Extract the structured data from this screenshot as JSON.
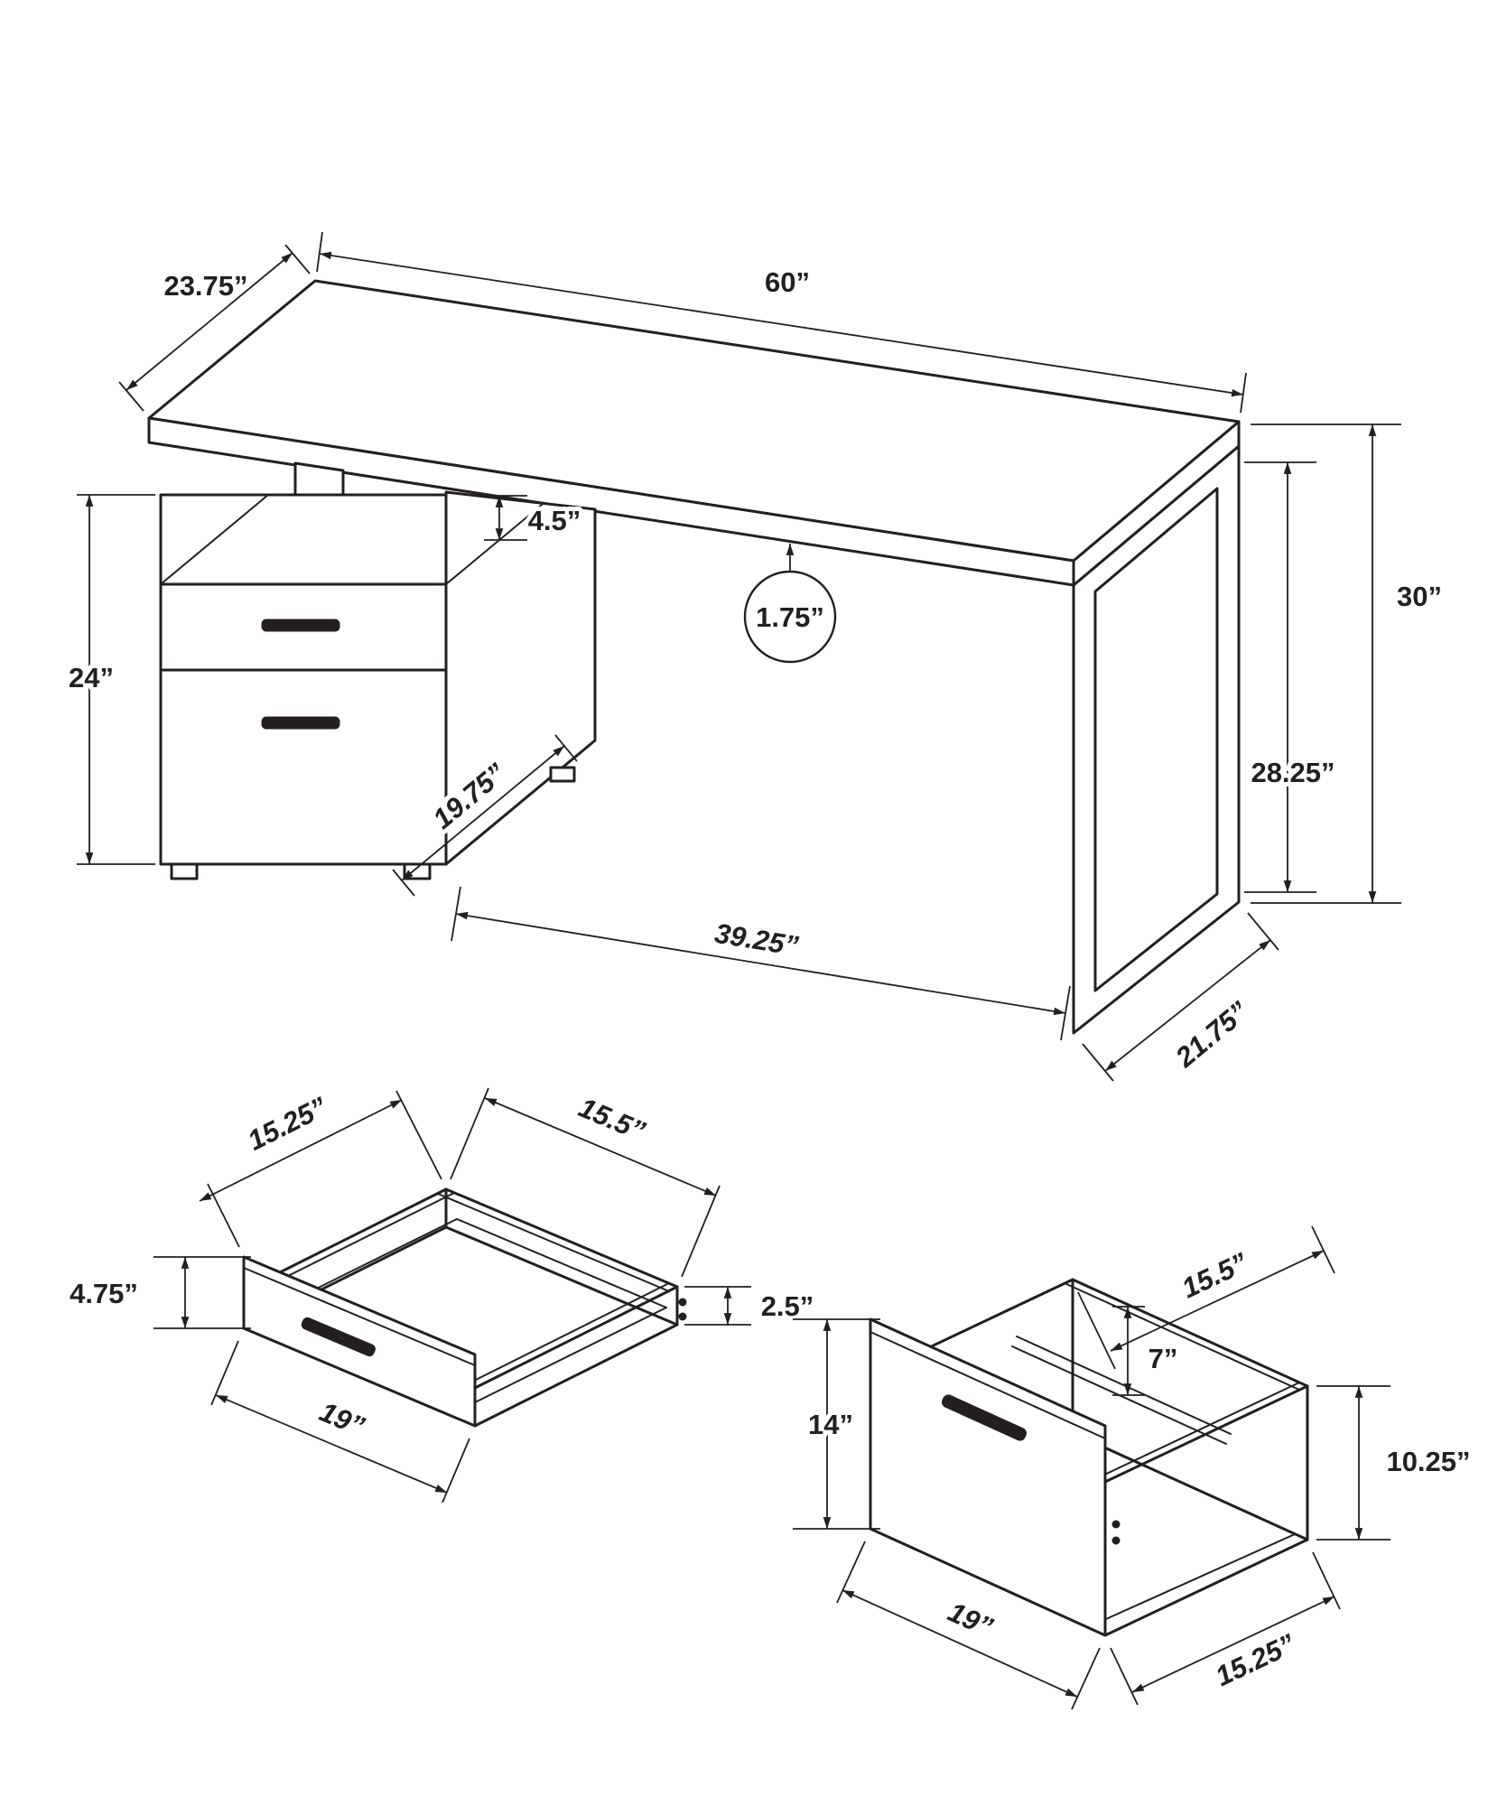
{
  "page": {
    "background": "#ffffff",
    "line_color": "#231f20"
  },
  "main_view": {
    "labels": {
      "depth": "23.75”",
      "width": "60”",
      "overall_height": "30”",
      "clearance_height": "28.25”",
      "cabinet_height": "24”",
      "cubby_height": "4.5”",
      "top_thickness": "1.75”",
      "cabinet_depth": "19.75”",
      "knee_space": "39.25”",
      "leg_depth": "21.75”"
    }
  },
  "small_drawer_view": {
    "labels": {
      "inner_width": "15.25”",
      "inner_depth": "15.5”",
      "front_height": "4.75”",
      "side_height": "2.5”",
      "width": "19”"
    }
  },
  "file_drawer_view": {
    "labels": {
      "inner_depth": "15.5”",
      "rail_height": "7”",
      "front_height": "14”",
      "side_height": "10.25”",
      "width": "19”",
      "depth": "15.25”"
    }
  }
}
